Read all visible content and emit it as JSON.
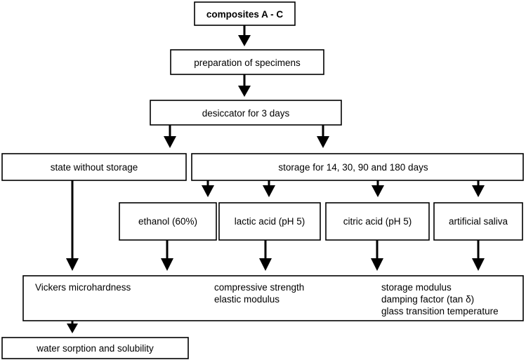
{
  "diagram": {
    "nodes": {
      "composites": "composites A - C",
      "preparation": "preparation of specimens",
      "desiccator": "desiccator for 3 days",
      "state_without_storage": "state without storage",
      "storage": "storage for 14, 30, 90 and 180 days",
      "ethanol": "ethanol (60%)",
      "lactic_acid": "lactic acid (pH 5)",
      "citric_acid": "citric acid (pH 5)",
      "artificial_saliva": "artificial saliva",
      "water_sorption": "water sorption and solubility"
    },
    "tests": {
      "vickers": "Vickers microhardness",
      "compressive_strength": "compressive strength",
      "elastic_modulus": "elastic modulus",
      "storage_modulus": "storage modulus",
      "damping_factor": "damping factor (tan δ)",
      "glass_transition": "glass transition temperature"
    },
    "colors": {
      "stroke": "#000000",
      "fill": "#ffffff"
    }
  }
}
